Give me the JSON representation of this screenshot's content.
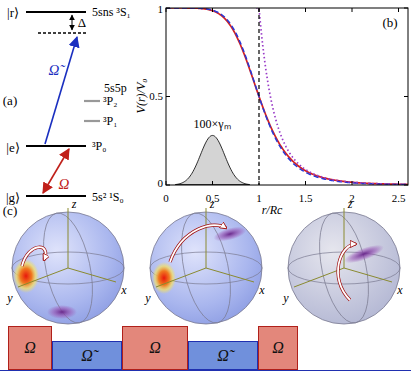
{
  "diagram": {
    "nodes": [
      {
        "text": [
          "Ω"
        ]
      },
      {
        "text": [
          "Ω̃"
        ]
      },
      {
        "text": [
          "Ω"
        ]
      },
      {
        "text": [
          "Ω̃"
        ]
      },
      {
        "text": [
          "Ω"
        ]
      }
    ],
    "labels": [
      "(a)",
      "|r⟩",
      "5sns ³S₁",
      "Δ",
      "Ω̃",
      "5s5p",
      "³P₂",
      "³P₁",
      "|e⟩",
      "³P₀",
      "Ω",
      "|g⟩",
      "5s² ¹S₀",
      "(b)",
      "V(r)/V₀",
      "1",
      "0.5",
      "0",
      "0",
      "0.5",
      "1",
      "1.5",
      "2",
      "2.5",
      "r/Rc",
      "100×γₘ",
      "(c)",
      "z",
      "y",
      "x",
      "z",
      "y",
      "x",
      "z",
      "y",
      "x"
    ]
  }
}
